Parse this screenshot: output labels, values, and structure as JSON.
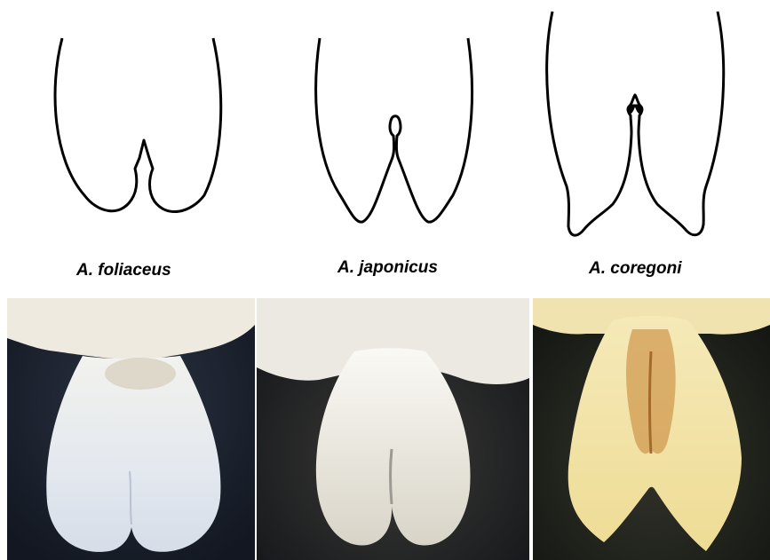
{
  "species": [
    {
      "name": "A. foliaceus"
    },
    {
      "name": "A. japonicus"
    },
    {
      "name": "A. coregoni"
    }
  ],
  "colors": {
    "line": "#000000",
    "background": "#ffffff",
    "photo_dark_bg": "#1b2029",
    "foliaceus_lobe": "#e6eaf0",
    "japonicus_lobe": "#ece9e2",
    "coregoni_lobe": "#efdf9e",
    "coregoni_stain": "#c8883a"
  }
}
